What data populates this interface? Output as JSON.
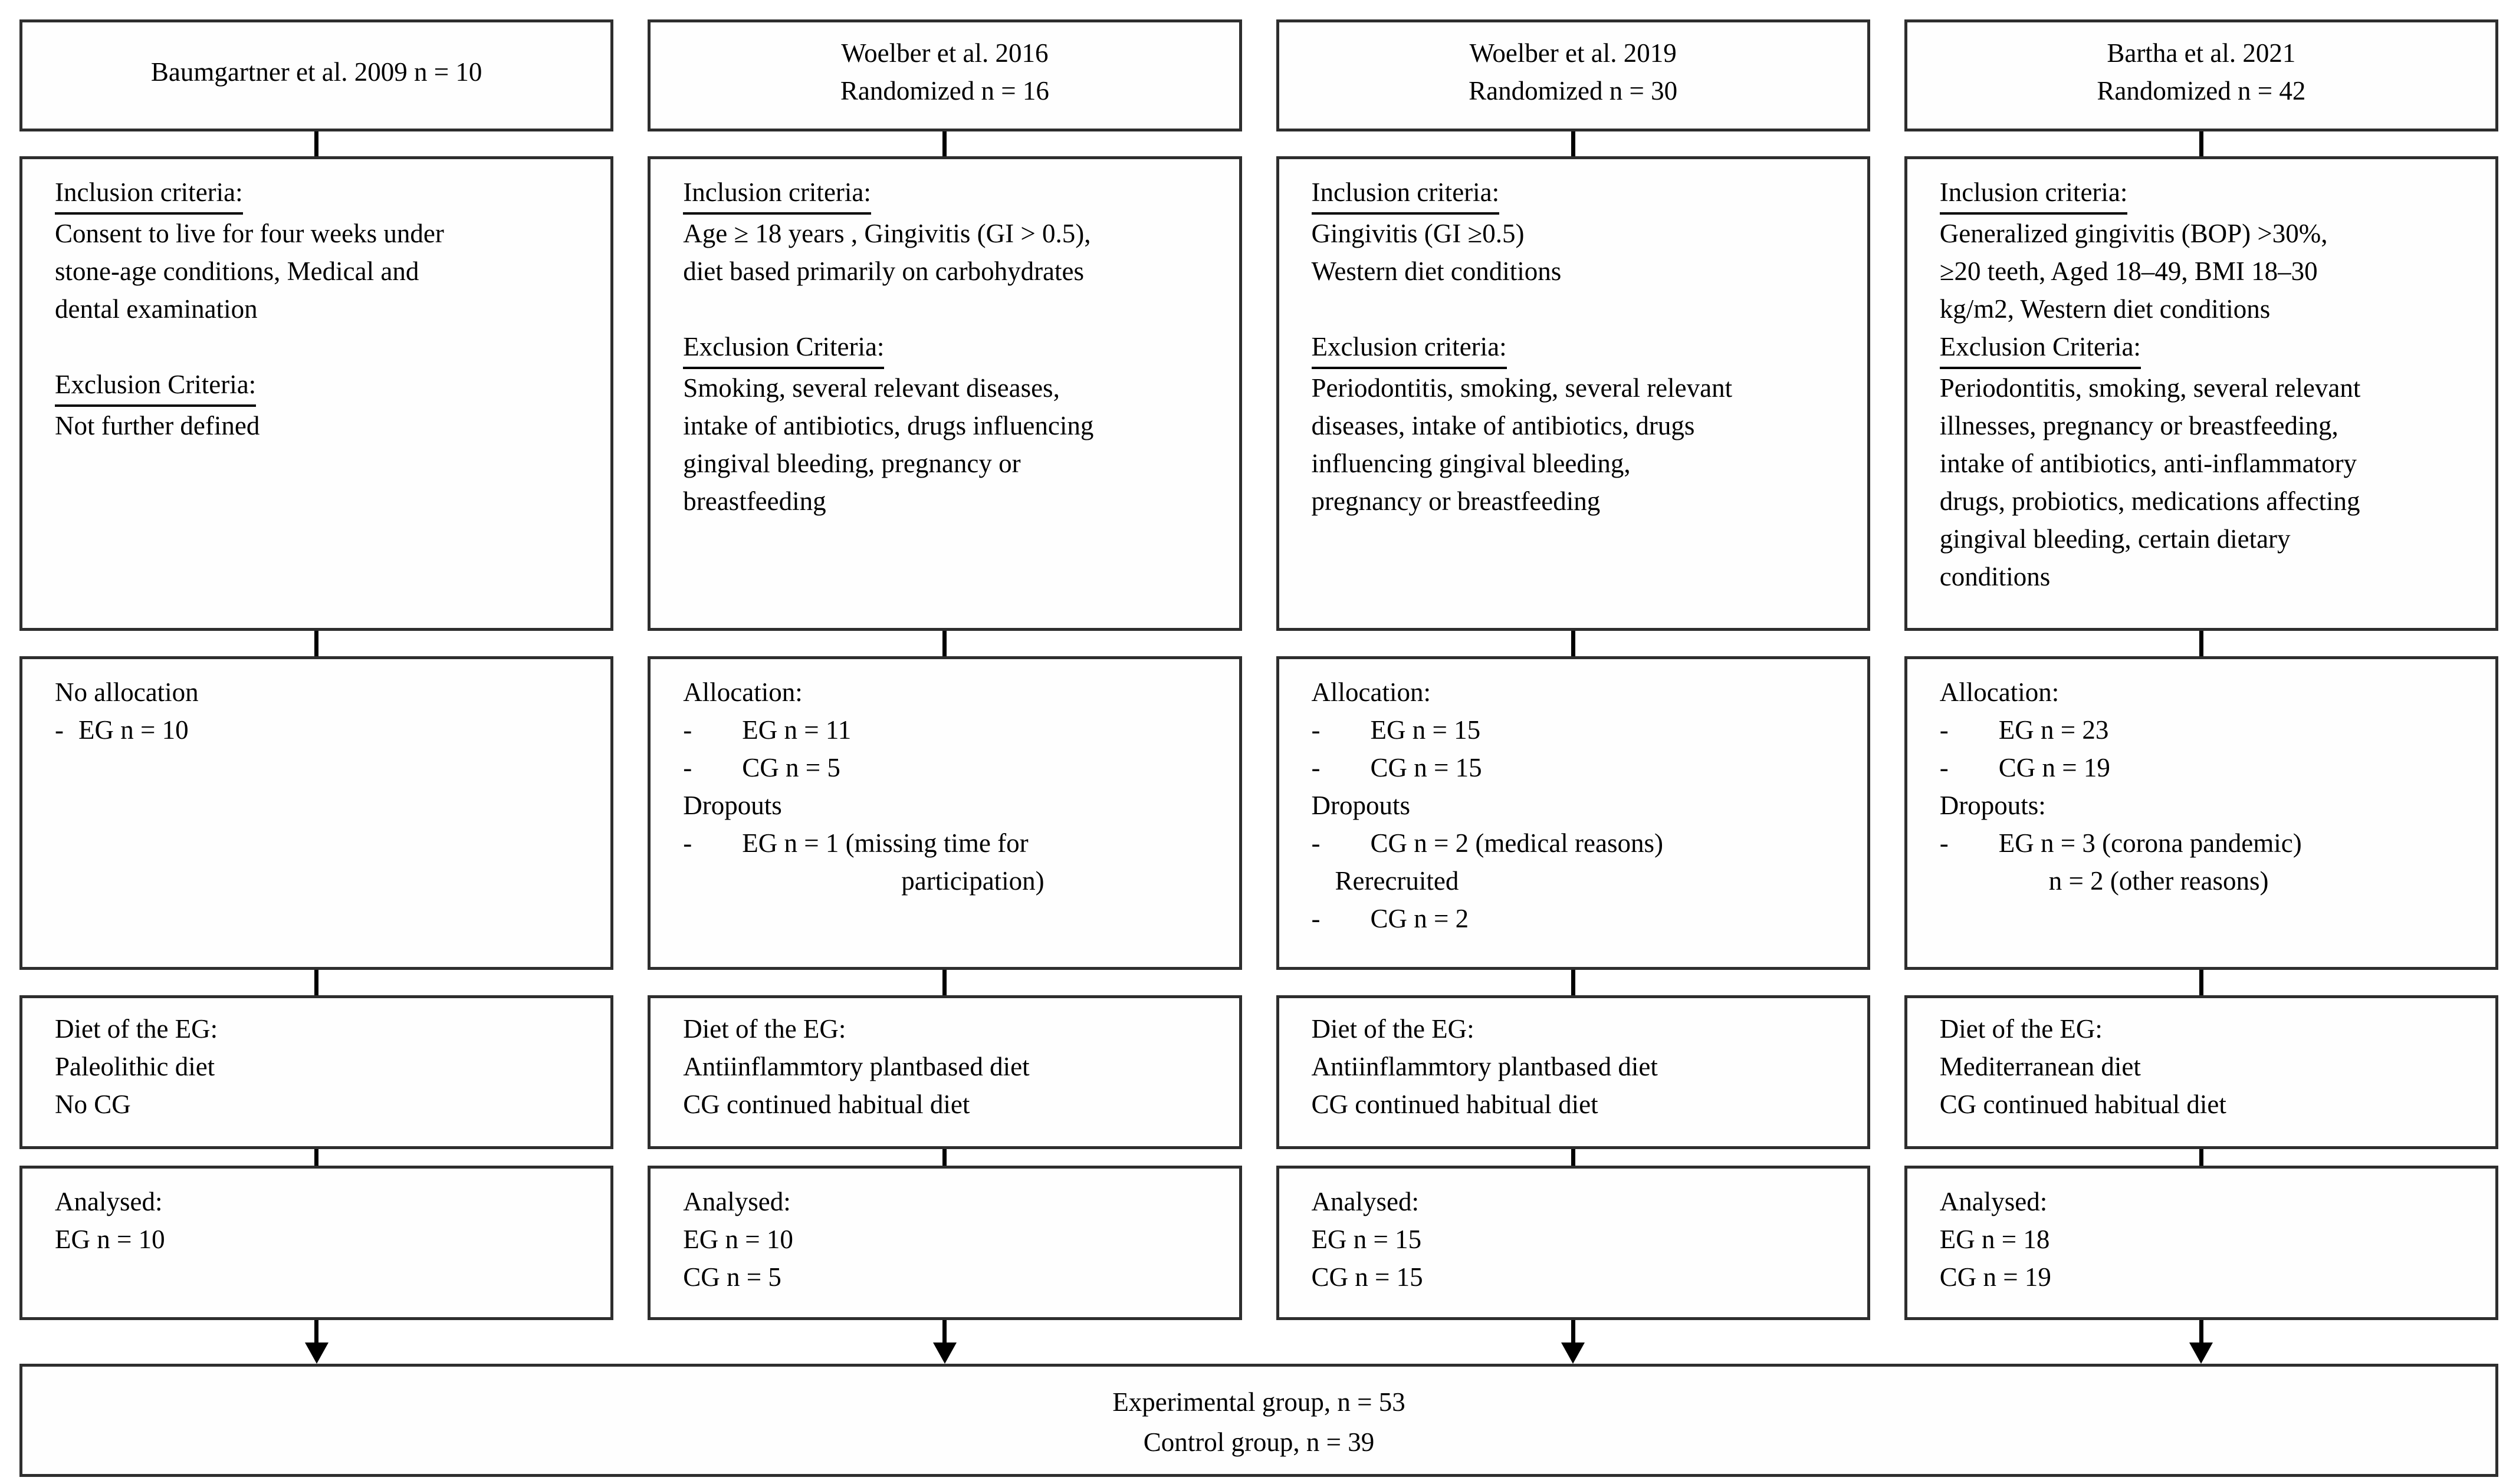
{
  "bullet": "-",
  "columns": [
    {
      "study": "Baumgartner et al. 2009",
      "header": [
        "Baumgartner et al. 2009 n = 10"
      ],
      "inclusion_heading": "Inclusion criteria:",
      "inclusion_body": [
        "Consent to live for four weeks under",
        "stone-age conditions, Medical and",
        "dental examination"
      ],
      "exclusion_heading": "Exclusion Criteria:",
      "exclusion_body": [
        "Not further defined"
      ],
      "allocation": [
        "No allocation",
        "EG n = 10"
      ],
      "diet": [
        "Diet of the EG:",
        "Paleolithic diet",
        "No CG"
      ],
      "analysed": [
        "Analysed:",
        "EG n = 10"
      ]
    },
    {
      "study": "Woelber et al. 2016",
      "header": [
        "Woelber et al. 2016",
        "Randomized n = 16"
      ],
      "inclusion_heading": "Inclusion criteria:",
      "inclusion_body": [
        "Age ≥ 18 years , Gingivitis (GI > 0.5),",
        "diet based primarily on carbohydrates"
      ],
      "exclusion_heading": "Exclusion Criteria:",
      "exclusion_body": [
        "Smoking, several relevant diseases,",
        "intake of antibiotics, drugs influencing",
        "gingival bleeding, pregnancy or",
        "breastfeeding"
      ],
      "allocation": [
        "Allocation:",
        "EG n = 11",
        "CG n = 5",
        "Dropouts",
        "EG n = 1 (missing time for",
        "participation)"
      ],
      "diet": [
        "Diet of the EG:",
        "Antiinflammtory plantbased diet",
        "CG continued habitual diet"
      ],
      "analysed": [
        "Analysed:",
        "EG n = 10",
        "CG n = 5"
      ]
    },
    {
      "study": "Woelber et al. 2019",
      "header": [
        "Woelber et al. 2019",
        "Randomized n = 30"
      ],
      "inclusion_heading": "Inclusion criteria:",
      "inclusion_body": [
        "Gingivitis (GI ≥0.5)",
        "Western diet conditions"
      ],
      "exclusion_heading": "Exclusion criteria:",
      "exclusion_body": [
        "Periodontitis, smoking, several relevant",
        "diseases, intake of antibiotics, drugs",
        "influencing gingival bleeding,",
        "pregnancy or breastfeeding"
      ],
      "allocation": [
        "Allocation:",
        "EG n = 15",
        "CG n = 15",
        "Dropouts",
        "CG n = 2 (medical reasons)",
        "Rerecruited",
        "CG n = 2"
      ],
      "diet": [
        "Diet of the EG:",
        "Antiinflammtory plantbased diet",
        "CG continued habitual diet"
      ],
      "analysed": [
        "Analysed:",
        "EG n = 15",
        "CG n = 15"
      ]
    },
    {
      "study": "Bartha et al. 2021",
      "header": [
        "Bartha et al. 2021",
        "Randomized n = 42"
      ],
      "inclusion_heading": "Inclusion criteria:",
      "inclusion_body": [
        "Generalized gingivitis (BOP) >30%,",
        "≥20 teeth, Aged 18–49, BMI 18–30",
        "kg/m2, Western diet conditions"
      ],
      "exclusion_heading": "Exclusion Criteria:",
      "exclusion_body": [
        "Periodontitis, smoking, several relevant",
        "illnesses, pregnancy or breastfeeding,",
        "intake of antibiotics, anti-inflammatory",
        "drugs, probiotics, medications affecting",
        "gingival bleeding, certain dietary",
        "conditions"
      ],
      "allocation": [
        "Allocation:",
        "EG n = 23",
        "CG n = 19",
        "Dropouts:",
        "EG n = 3 (corona pandemic)",
        "n = 2 (other reasons)"
      ],
      "diet": [
        "Diet of the EG:",
        "Mediterranean diet",
        "CG continued habitual diet"
      ],
      "analysed": [
        "Analysed:",
        "EG n = 18",
        "CG n = 19"
      ]
    }
  ],
  "summary": [
    "Experimental group, n = 53",
    "Control group, n = 39"
  ]
}
